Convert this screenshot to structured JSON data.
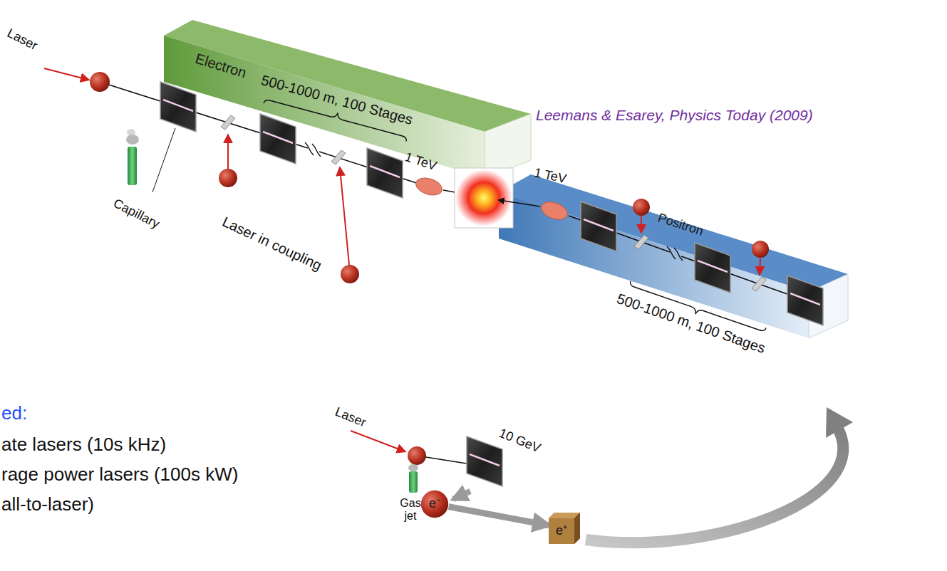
{
  "diagram": {
    "nodes": [
      {
        "text": [
          "Electron"
        ]
      },
      {
        "text": [
          "Positron"
        ]
      },
      {
        "text": [
          "e⁻"
        ]
      },
      {
        "text": [
          "e⁺"
        ]
      }
    ],
    "edges": [
      {
        "from": 0,
        "to": 1,
        "arrow": "none"
      },
      {
        "from": 2,
        "to": 3,
        "arrow": "to"
      }
    ],
    "labels": [
      "Laser",
      "Capillary",
      "500-1000 m, 100 Stages",
      "1 TeV",
      "Laser in coupling",
      "1 TeV",
      "500-1000 m, 100 Stages",
      "Laser",
      "10 GeV",
      "Gas jet",
      "Leemans & Esarey, Physics Today (2009)",
      "ed:",
      "ate lasers (10s kHz)",
      "rage power lasers (100s kW)",
      "all-to-laser)"
    ]
  }
}
